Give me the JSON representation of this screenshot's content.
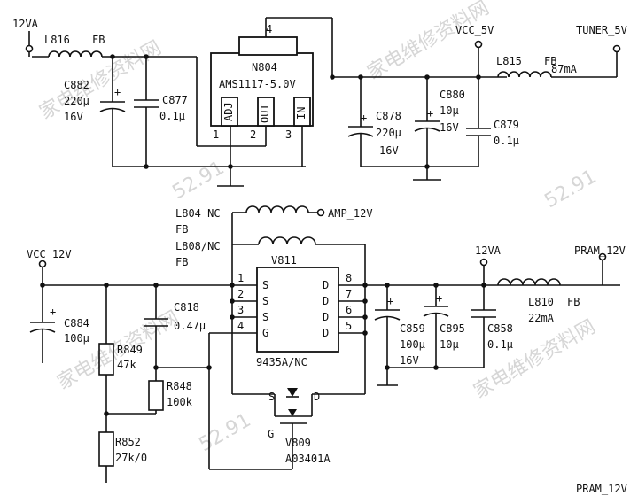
{
  "watermark": {
    "site": "家电维修资料网",
    "url": "52.91"
  },
  "top": {
    "in_rail": "12VA",
    "l816": "L816",
    "l816_type": "FB",
    "c882": "C882",
    "c882_val": "220μ",
    "c882_v": "16V",
    "c877": "C877",
    "c877_val": "0.1μ",
    "n804": "N804",
    "n804_part": "AMS1117-5.0V",
    "n804_tab": "4",
    "pin_adj": "ADJ",
    "pin_out": "OUT",
    "pin_in": "IN",
    "pin1": "1",
    "pin2": "2",
    "pin3": "3",
    "c878": "C878",
    "c878_val": "220μ",
    "c878_v": "16V",
    "c880": "C880",
    "c880_val": "10μ",
    "c880_v": "16V",
    "c879": "C879",
    "c879_val": "0.1μ",
    "vcc5": "VCC_5V",
    "l815": "L815",
    "l815_type": "FB",
    "l815_cur": "87mA",
    "tuner": "TUNER_5V"
  },
  "bottom": {
    "l804": "L804 NC",
    "l804_type": "FB",
    "amp": "AMP_12V",
    "l808": "L808/NC",
    "l808_type": "FB",
    "vcc12": "VCC_12V",
    "c884": "C884",
    "c884_val": "100μ",
    "r849": "R849",
    "r849_val": "47k",
    "c818": "C818",
    "c818_val": "0.47μ",
    "r848": "R848",
    "r848_val": "100k",
    "r852": "R852",
    "r852_val": "27k/0",
    "v811": "V811",
    "v811_part": "9435A/NC",
    "pins_left": [
      "1",
      "2",
      "3",
      "4"
    ],
    "pins_right": [
      "8",
      "7",
      "6",
      "5"
    ],
    "names_left": [
      "S",
      "S",
      "S",
      "G"
    ],
    "names_right": [
      "D",
      "D",
      "D",
      "D"
    ],
    "c859": "C859",
    "c859_val": "100μ",
    "c859_v": "16V",
    "c895": "C895",
    "c895_val": "10μ",
    "c858": "C858",
    "c858_val": "0.1μ",
    "rail12va": "12VA",
    "l810": "L810",
    "l810_type": "FB",
    "l810_cur": "22mA",
    "pram": "PRAM_12V",
    "pram_bottom": "PRAM_12V",
    "v809": "V809",
    "v809_part": "A03401A",
    "v809_s": "S",
    "v809_d": "D",
    "v809_g": "G"
  }
}
